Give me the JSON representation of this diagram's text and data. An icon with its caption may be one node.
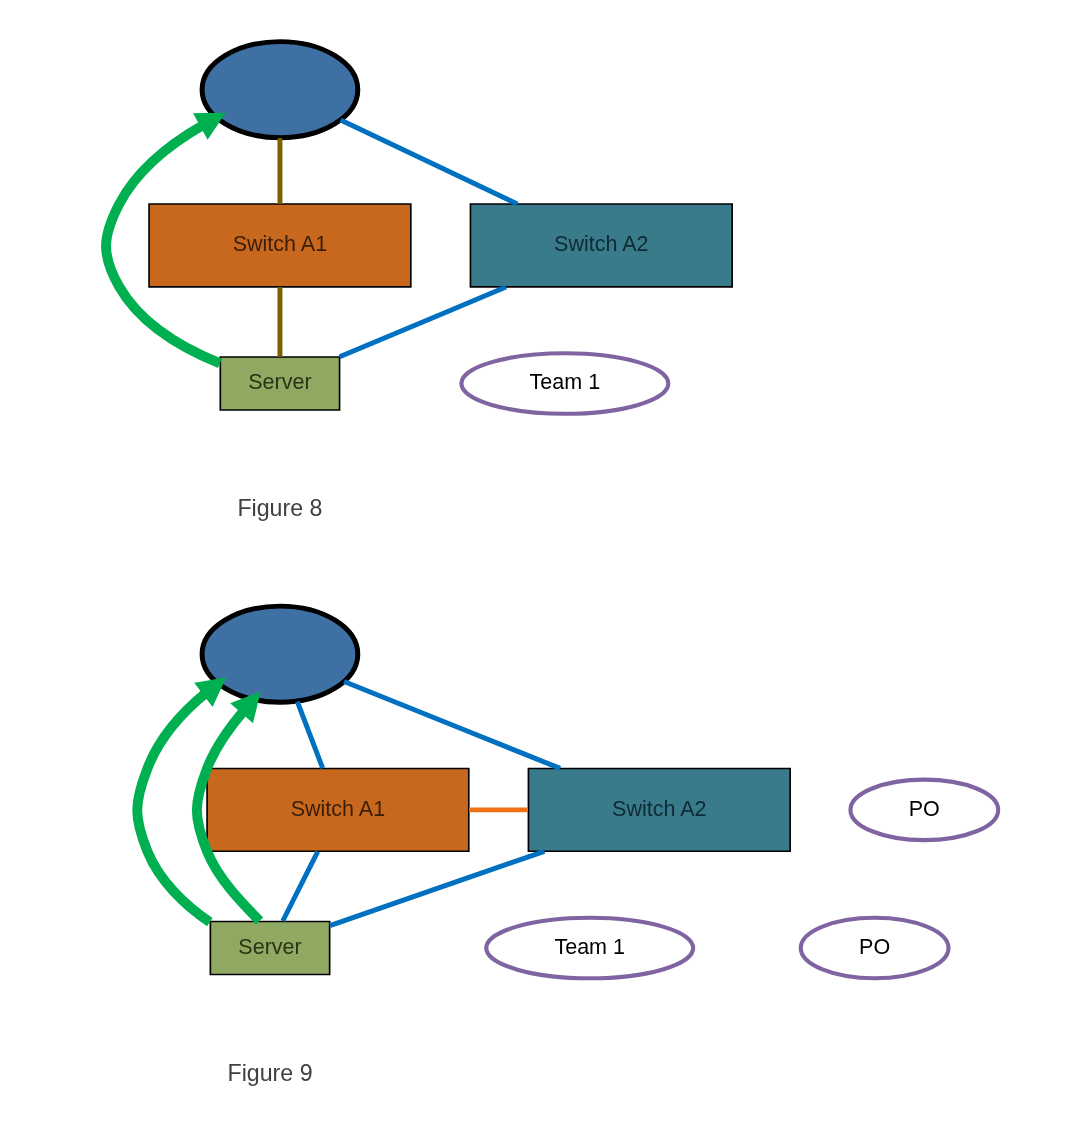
{
  "diagram": {
    "nodes": [
      {
        "text": [],
        "shape": "cloud"
      },
      {
        "text": [
          "Switch A1"
        ]
      },
      {
        "text": [
          "Switch A2"
        ]
      },
      {
        "text": [
          "Team 1"
        ]
      },
      {
        "text": [
          "Server"
        ]
      },
      {
        "text": [],
        "shape": "cloud"
      },
      {
        "text": [
          "PO"
        ]
      },
      {
        "text": [
          "Switch A1"
        ]
      },
      {
        "text": [
          "Switch A2"
        ]
      },
      {
        "text": [
          "PO"
        ]
      },
      {
        "text": [
          "Team 1"
        ]
      },
      {
        "text": [
          "Server"
        ]
      }
    ],
    "edges": [
      {
        "from": 1,
        "to": 0,
        "arrow": "none",
        "color": "#7f6000"
      },
      {
        "from": 4,
        "to": 1,
        "arrow": "none",
        "color": "#7f6000"
      },
      {
        "from": 4,
        "to": 2,
        "arrow": "none"
      },
      {
        "from": 2,
        "to": 0,
        "arrow": "none"
      },
      {
        "from": 4,
        "to": 0,
        "arrow": "to",
        "style": "thick",
        "color": "#00b050"
      },
      {
        "from": 7,
        "to": 5,
        "arrow": "none"
      },
      {
        "from": 11,
        "to": 7,
        "arrow": "none"
      },
      {
        "from": 11,
        "to": 8,
        "arrow": "none"
      },
      {
        "from": 8,
        "to": 5,
        "arrow": "none"
      },
      {
        "from": 7,
        "to": 8,
        "arrow": "none",
        "color": "#ee7015"
      },
      {
        "from": 11,
        "to": 5,
        "arrow": "to",
        "style": "thick",
        "color": "#00b050"
      },
      {
        "from": 11,
        "to": 5,
        "arrow": "to",
        "style": "thick",
        "color": "#00b050"
      }
    ],
    "labels": [
      "Figure 8",
      "Figure 9"
    ]
  }
}
